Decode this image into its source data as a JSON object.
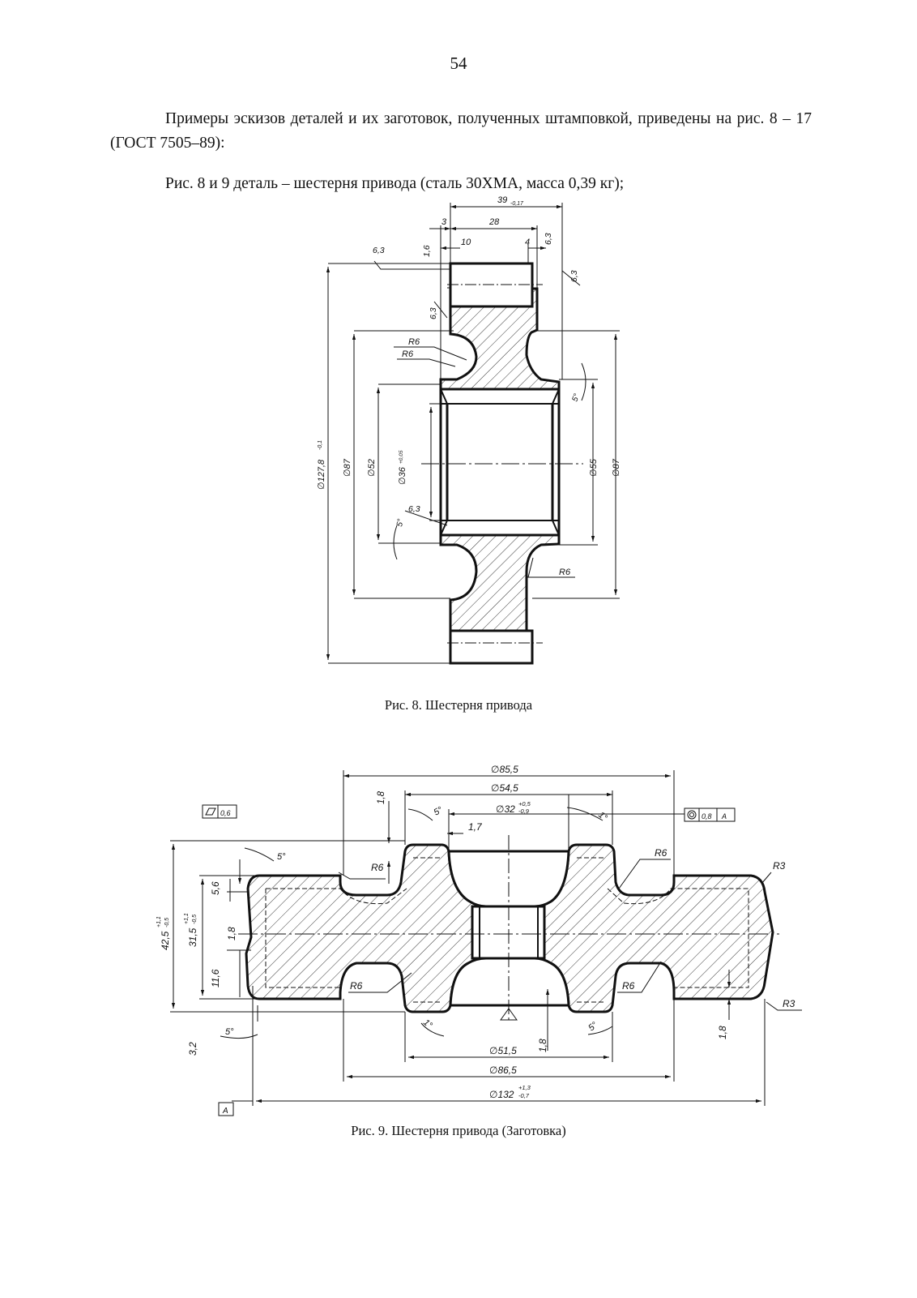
{
  "page_number": "54",
  "intro_text": "Примеры эскизов деталей и их заготовок, полученных штамповкой, приведены на рис. 8 – 17 (ГОСТ 7505–89):",
  "subtitle_text": "Рис. 8 и 9 деталь – шестерня привода (сталь 30ХМА, масса 0,39 кг);",
  "figure8": {
    "caption": "Рис. 8. Шестерня привода",
    "dims": {
      "d39": "39",
      "d39_tol": "-0,17",
      "d3": "3",
      "d28": "28",
      "d16": "1,6",
      "d10": "10",
      "d4": "4",
      "r63a": "6,3",
      "r63b": "6,3",
      "r63c": "6,3",
      "r63d": "6,3",
      "r63e": "6,3",
      "r6a": "R6",
      "r6b": "R6",
      "r6c": "R6",
      "ang5a": "5°",
      "ang5b": "5°",
      "od1278": "∅127,8",
      "od1278_tol": "-0,1",
      "d87a": "∅87",
      "d52": "∅52",
      "d36": "∅36",
      "d36_tol": "+0,05",
      "d55": "∅55",
      "d87b": "∅87"
    }
  },
  "figure9": {
    "caption": "Рис. 9. Шестерня привода (Заготовка)",
    "dims": {
      "d855": "∅85,5",
      "d545": "∅54,5",
      "d32": "∅32",
      "d32_tol_up": "+0,5",
      "d32_tol_dn": "-0,9",
      "d18a": "1,8",
      "d17": "1,7",
      "ang5a": "5°",
      "ang1a": "1°",
      "ang5b": "5°",
      "ang1b": "1°",
      "ang5c": "5°",
      "ang5d": "5°",
      "flat_tol": "0,6",
      "conc_tol": "0,8",
      "conc_base": "A",
      "r6a": "R6",
      "r6b": "R6",
      "r6c": "R6",
      "r6d": "R6",
      "r3a": "R3",
      "r3b": "R3",
      "h425": "42,5",
      "h425_tol_up": "+1,1",
      "h425_tol_dn": "-0,5",
      "h315": "31,5",
      "h315_tol_up": "+1,1",
      "h315_tol_dn": "-0,5",
      "h56": "5,6",
      "h18b": "1,8",
      "h116": "11,6",
      "h32": "3,2",
      "h18c": "1,8",
      "h18d": "1,8",
      "d515": "∅51,5",
      "d865": "∅86,5",
      "d132": "∅132",
      "d132_tol_up": "+1,3",
      "d132_tol_dn": "-0,7",
      "base_a": "A"
    }
  }
}
